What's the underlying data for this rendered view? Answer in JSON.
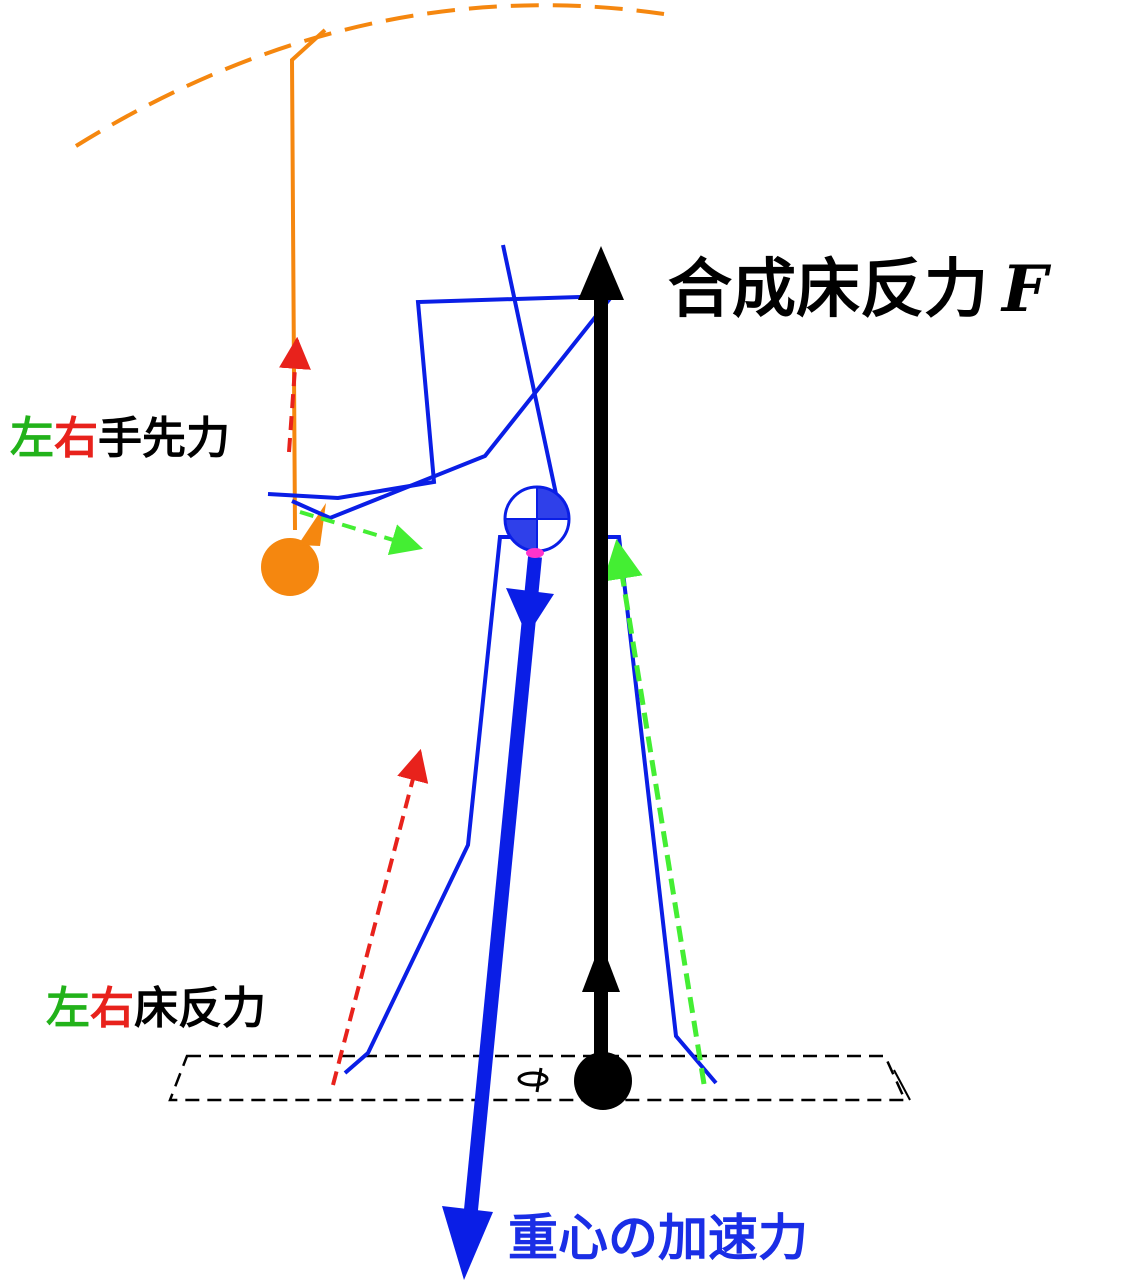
{
  "colors": {
    "figure": "#0a1ee6",
    "total_force": "#000000",
    "com_acceleration": "#0a1ee6",
    "left": "#22b21a",
    "right": "#e8221c",
    "dashed_left": "#44ee33",
    "dashed_right": "#e8221c",
    "hand_object": "#f5870f",
    "text_black": "#000000",
    "com_label": "#1a2ee6"
  },
  "labels": {
    "total_force": {
      "text": "合成床反力",
      "symbol": "F"
    },
    "hand_force": {
      "left": "左",
      "right": "右",
      "rest": "手先力"
    },
    "floor_force": {
      "left": "左",
      "right": "右",
      "rest": "床反力"
    },
    "com_acceleration": "重心の加速力"
  },
  "icons": {
    "com_marker": "center-of-mass-icon",
    "cop_marker": "center-of-pressure-icon"
  }
}
